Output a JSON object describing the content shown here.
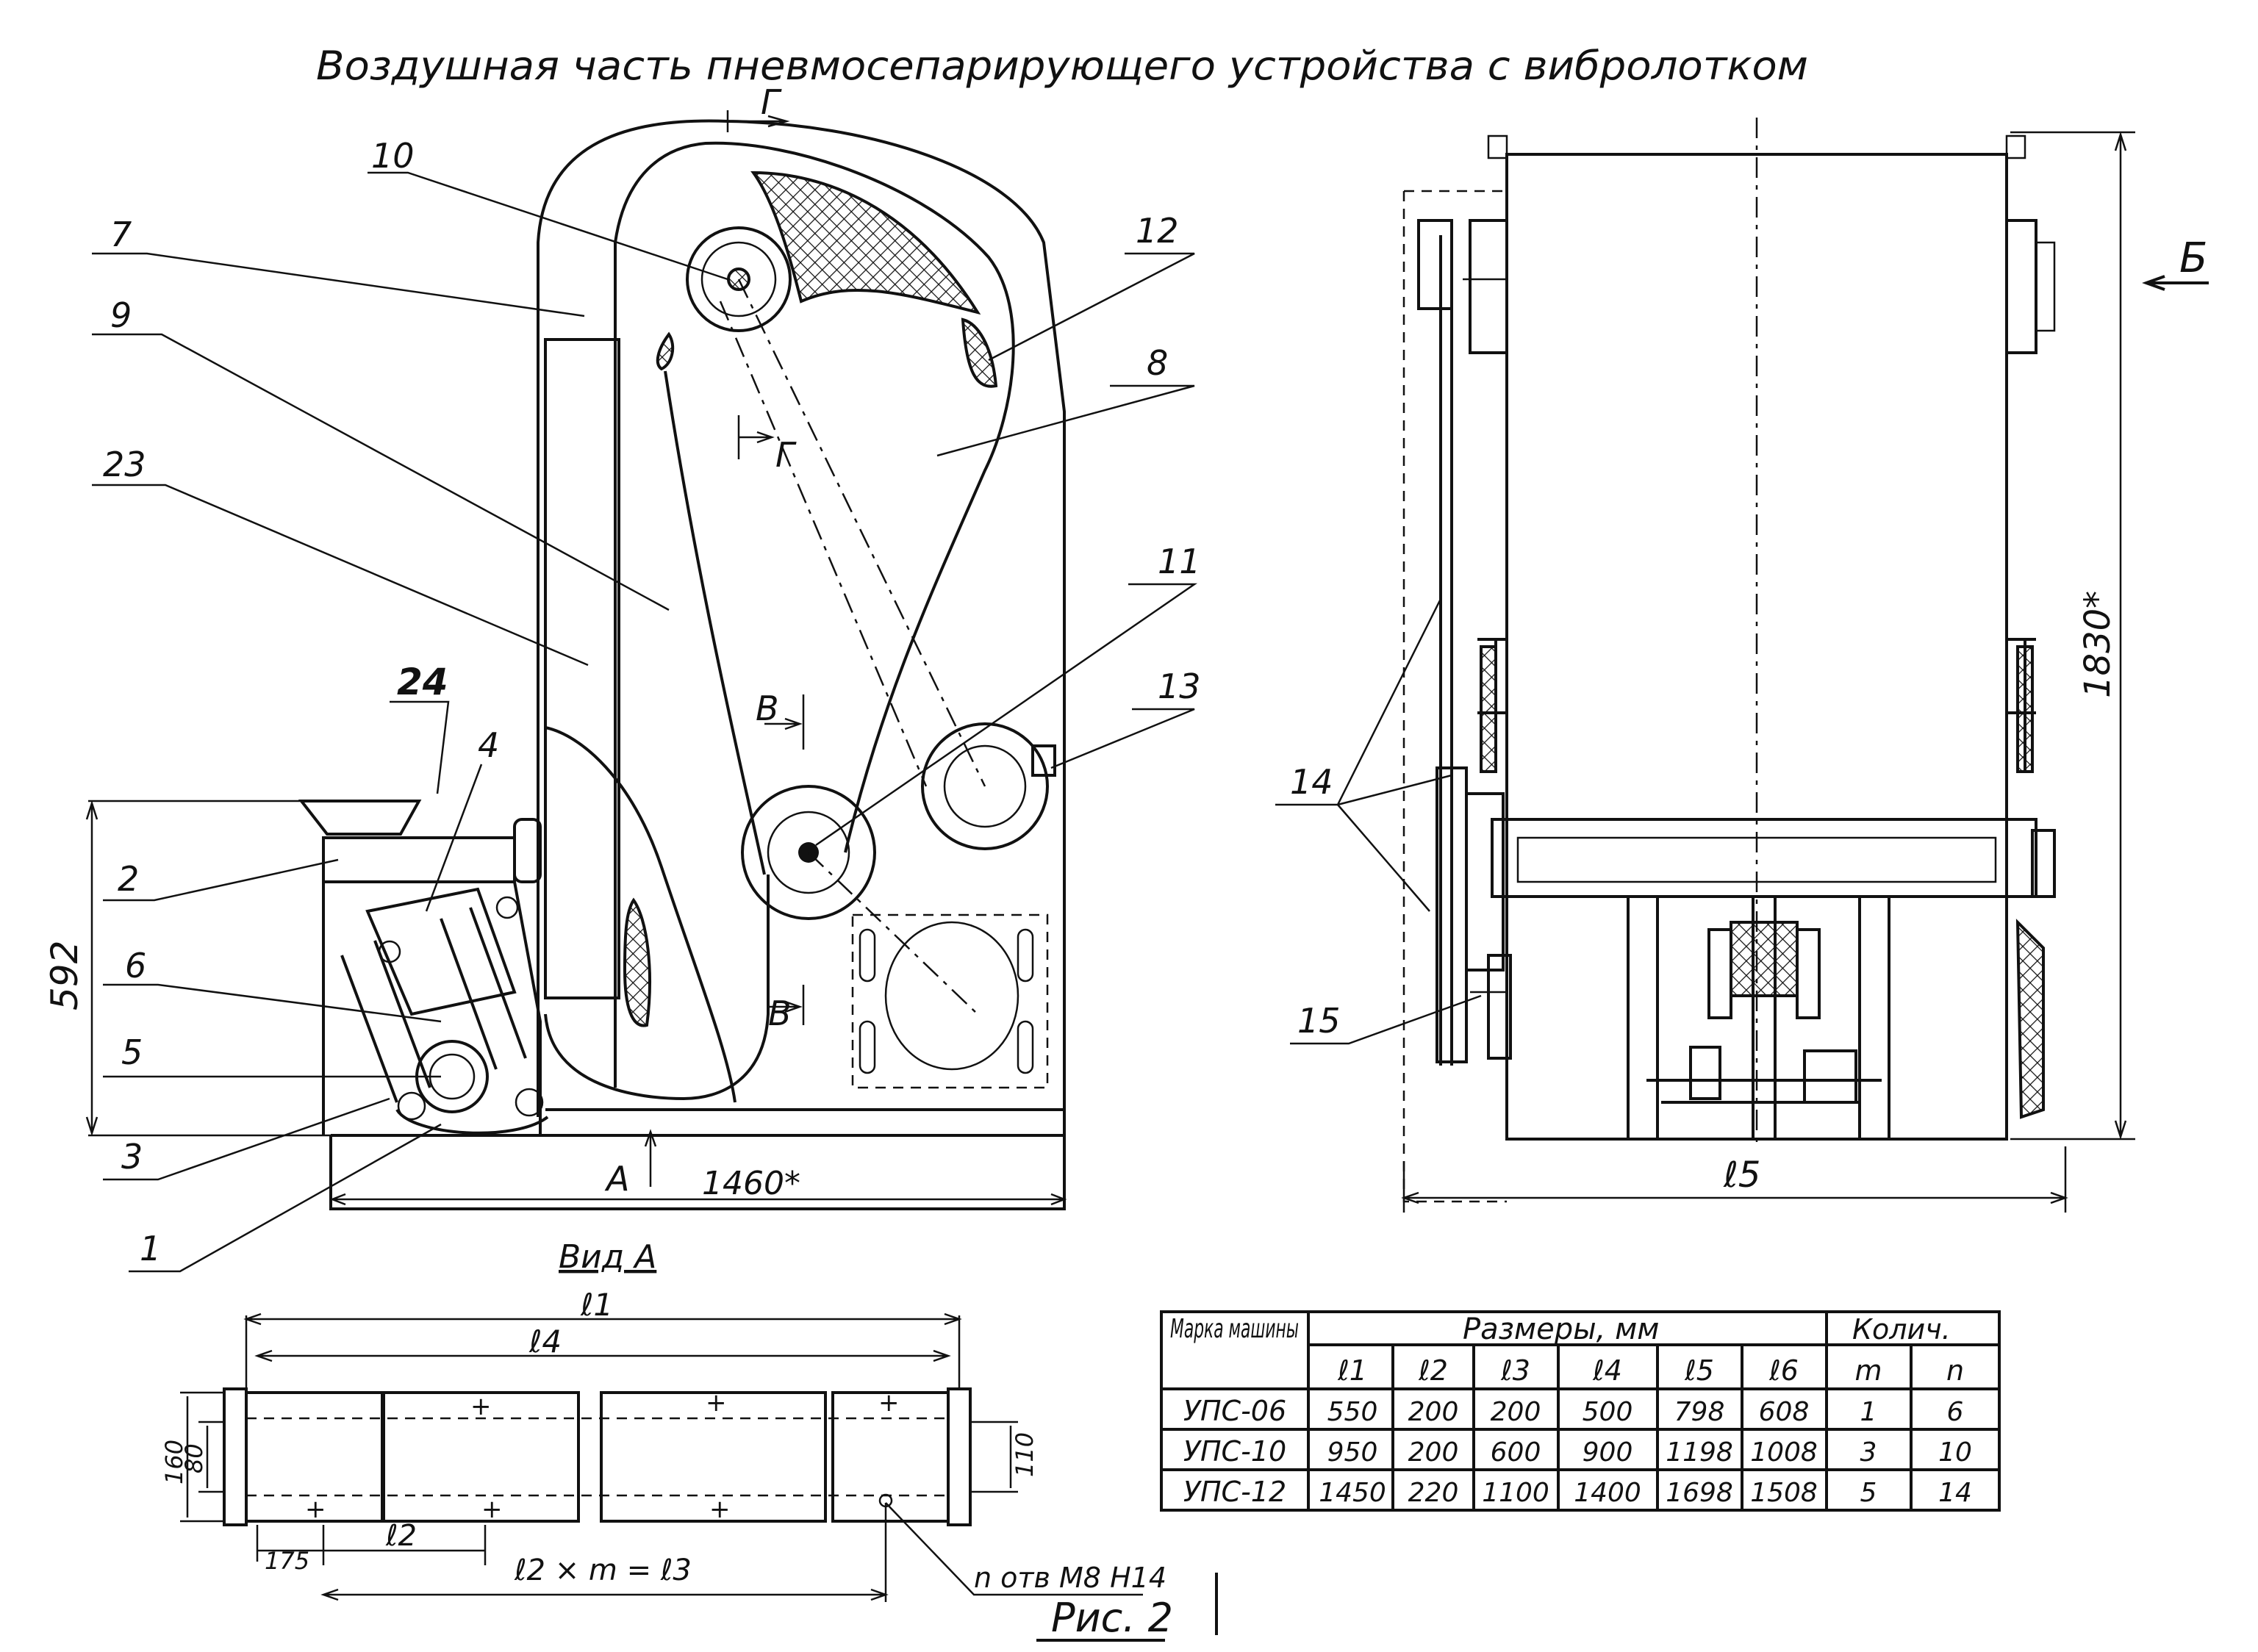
{
  "title": "Воздушная часть пневмосепарирующего устройства с вибролотком",
  "figure_label": "Рис. 2",
  "section_marks": {
    "g_top": "Г",
    "g_mid": "Г",
    "v_top": "В",
    "v_bottom": "В",
    "a": "А",
    "b": "Б"
  },
  "callouts": [
    "10",
    "7",
    "9",
    "23",
    "24",
    "4",
    "2",
    "6",
    "5",
    "3",
    "1",
    "12",
    "8",
    "11",
    "13",
    "14",
    "15"
  ],
  "dimensions": {
    "height_left": "592",
    "width_main": "1460*",
    "height_right": "1830*",
    "width_right": "ℓ5"
  },
  "view_a": {
    "title": "Вид А",
    "l1": "ℓ1",
    "l4": "ℓ4",
    "d160": "160",
    "d80": "80",
    "d110": "110",
    "d175": "175",
    "l2": "ℓ2",
    "formula": "ℓ2 × m = ℓ3",
    "holes": "n отв М8 Н14"
  },
  "table": {
    "col_brand": "Марка машины",
    "col_sizes": "Размеры, мм",
    "col_qty": "Колич.",
    "sub": [
      "ℓ1",
      "ℓ2",
      "ℓ3",
      "ℓ4",
      "ℓ5",
      "ℓ6",
      "m",
      "n"
    ],
    "rows": [
      [
        "УПС-06",
        "550",
        "200",
        "200",
        "500",
        "798",
        "608",
        "1",
        "6"
      ],
      [
        "УПС-10",
        "950",
        "200",
        "600",
        "900",
        "1198",
        "1008",
        "3",
        "10"
      ],
      [
        "УПС-12",
        "1450",
        "220",
        "1100",
        "1400",
        "1698",
        "1508",
        "5",
        "14"
      ]
    ]
  }
}
